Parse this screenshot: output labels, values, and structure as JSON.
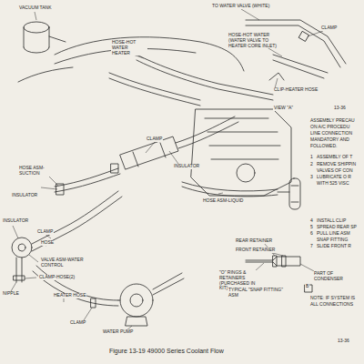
{
  "diagram": {
    "caption": "Figure 13-19 49000 Series Coolant Flow",
    "labels": [
      "VACUUM TANK",
      "HOSE-HOT WATER HEATER",
      "TO WATER VALVE (WHITE)",
      "CLAMP",
      "HOSE-HOT WATER (WATER VALVE TO HEATER CORE INLET)",
      "CLIP-HEATER HOSE",
      "VIEW \"A\"",
      "13-36",
      "CLAMP",
      "INSULATOR",
      "HOSE ASM-SUCTION",
      "INSULATOR",
      "INSULATOR",
      "CLAMP",
      "HOSE",
      "VALVE ASM-WATER CONTROL",
      "CLAMP-HOSE(2)",
      "NIPPLE",
      "HEATER HOSE",
      "CLAMP",
      "WATER PUMP",
      "HOSE ASM-LIQUID",
      "REAR RETAINER",
      "FRONT RETAINER",
      "\"O\" RINGS & RETAINERS (PURCHASED IN KIT)",
      "TYPICAL \"SNAP FITTING\" ASM",
      "PART OF CONDENSER",
      "B",
      "ASSEMBLY PRECAU",
      "ON A/C PROCEDU",
      "LINE CONNECTION",
      "MANDATORY AND",
      "FOLLOWED.",
      "1",
      "ASSEMBLY OF T",
      "2",
      "REMOVE SHIPPIN",
      "VALVES OF CON",
      "3",
      "LUBRICATE O R",
      "WITH 525 VISC",
      "4",
      "INSTALL CLIP",
      "5",
      "SPREAD REAR SP",
      "6",
      "PULL LINE ASM",
      "SNAP FITTING",
      "7",
      "SLIDE FRONT R",
      "NOTE: IF SYSTEM IS",
      "ALL CONNECTIONS",
      "13-36"
    ]
  }
}
